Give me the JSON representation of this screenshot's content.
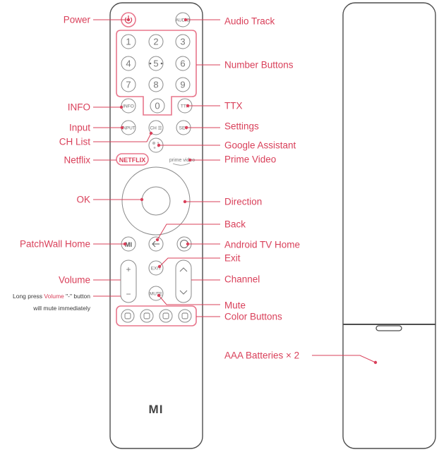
{
  "labels": {
    "power": "Power",
    "audio_track": "Audio Track",
    "number_buttons": "Number Buttons",
    "info": "INFO",
    "ttx": "TTX",
    "input": "Input",
    "settings": "Settings",
    "ch_list": "CH List",
    "google_assistant": "Google Assistant",
    "netflix": "Netflix",
    "prime_video": "Prime Video",
    "ok": "OK",
    "direction": "Direction",
    "back": "Back",
    "patchwall_home": "PatchWall Home",
    "android_tv_home": "Android TV Home",
    "exit": "Exit",
    "volume": "Volume",
    "channel": "Channel",
    "mute": "Mute",
    "color_buttons": "Color Buttons",
    "aaa_batteries": "AAA Batteries × 2"
  },
  "note": {
    "prefix": "Long press ",
    "highlight": "Volume",
    "suffix": " \"-\" button",
    "line2": "will mute immediately"
  },
  "remote": {
    "audio_button": "AUDIO",
    "digits": [
      "1",
      "2",
      "3",
      "4",
      "5",
      "6",
      "7",
      "8",
      "9",
      "0"
    ],
    "info_button": "INFO",
    "ttx_button": "TTX",
    "input_button": "INPUT",
    "ch_list_button": "CH ☰",
    "set_button": "SET",
    "netflix_button": "NETFLIX",
    "prime_button": "prime video",
    "exit_button": "EXIT",
    "mute_button": "MUTE",
    "plus": "+",
    "minus": "−",
    "logo": "MI"
  },
  "colors": {
    "accent": "#d9405a",
    "outline": "#4d4d4d",
    "button_gray": "#8a8a8a"
  }
}
